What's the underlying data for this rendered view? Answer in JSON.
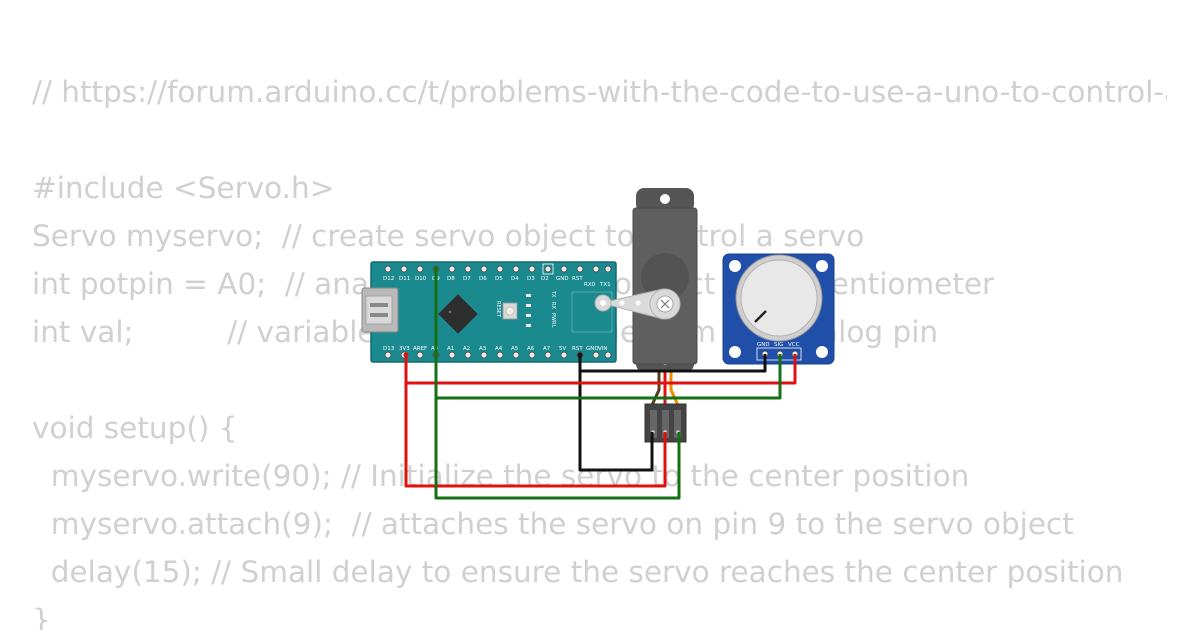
{
  "code_lines": [
    "// https://forum.arduino.cc/t/problems-with-the-code-to-use-a-uno-to-control-a-servo",
    "",
    "#include <Servo.h>",
    "Servo myservo;  // create servo object to control a servo",
    "int potpin = A0;  // analog pin used to connect the potentiometer",
    "int val;          // variable to read the value from the analog pin",
    "",
    "void setup() {",
    "  myservo.write(90); // Initialize the servo to the center position",
    "  myservo.attach(9);  // attaches the servo on pin 9 to the servo object",
    "  delay(15); // Small delay to ensure the servo reaches the center position",
    "}"
  ],
  "nano": {
    "top_pins": [
      "D12",
      "D11",
      "D10",
      "D9",
      "D8",
      "D7",
      "D6",
      "D5",
      "D4",
      "D3",
      "D2",
      "GND",
      "RST",
      "RX0",
      "TX1"
    ],
    "bottom_pins": [
      "D13",
      "3V3",
      "AREF",
      "A0",
      "A1",
      "A2",
      "A3",
      "A4",
      "A5",
      "A6",
      "A7",
      "5V",
      "RST",
      "GND",
      "VIN"
    ],
    "led_labels": [
      "TX",
      "RX",
      "PWR",
      "L"
    ],
    "reset_label": "RESET"
  },
  "pot": {
    "pins": [
      "GND",
      "SIG",
      "VCC"
    ]
  },
  "colors": {
    "board": "#1b8a8f",
    "pot_board": "#1f4fa8",
    "servo_body": "#5f5f5f",
    "wire_red": "#e01010",
    "wire_green": "#157015",
    "wire_black": "#111111",
    "code_text": "#d0d0d0"
  }
}
